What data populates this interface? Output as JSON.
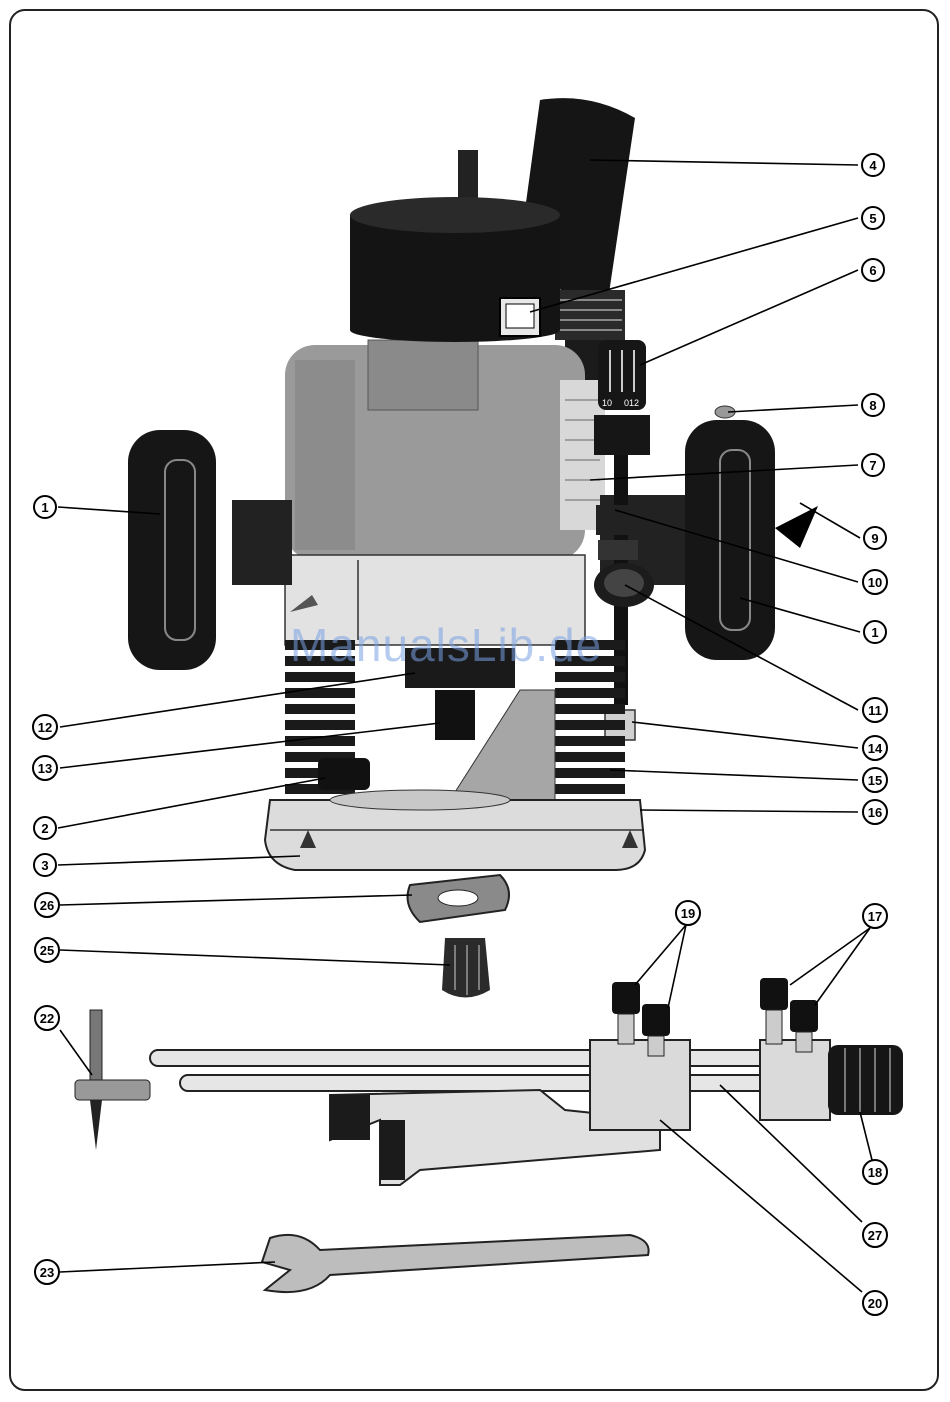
{
  "watermark": "ManualsLib.de",
  "callouts": [
    {
      "id": "c1a",
      "label": "1"
    },
    {
      "id": "c1b",
      "label": "1"
    },
    {
      "id": "c2",
      "label": "2"
    },
    {
      "id": "c3",
      "label": "3"
    },
    {
      "id": "c4",
      "label": "4"
    },
    {
      "id": "c5",
      "label": "5"
    },
    {
      "id": "c6",
      "label": "6"
    },
    {
      "id": "c7",
      "label": "7"
    },
    {
      "id": "c8",
      "label": "8"
    },
    {
      "id": "c9",
      "label": "9"
    },
    {
      "id": "c10",
      "label": "10"
    },
    {
      "id": "c11",
      "label": "11"
    },
    {
      "id": "c12",
      "label": "12"
    },
    {
      "id": "c13",
      "label": "13"
    },
    {
      "id": "c14",
      "label": "14"
    },
    {
      "id": "c15",
      "label": "15"
    },
    {
      "id": "c16",
      "label": "16"
    },
    {
      "id": "c17",
      "label": "17"
    },
    {
      "id": "c18",
      "label": "18"
    },
    {
      "id": "c19",
      "label": "19"
    },
    {
      "id": "c20",
      "label": "20"
    },
    {
      "id": "c22",
      "label": "22"
    },
    {
      "id": "c23",
      "label": "23"
    },
    {
      "id": "c25",
      "label": "25"
    },
    {
      "id": "c26",
      "label": "26"
    },
    {
      "id": "c27",
      "label": "27"
    }
  ],
  "dial_marks": [
    "10",
    "012"
  ]
}
